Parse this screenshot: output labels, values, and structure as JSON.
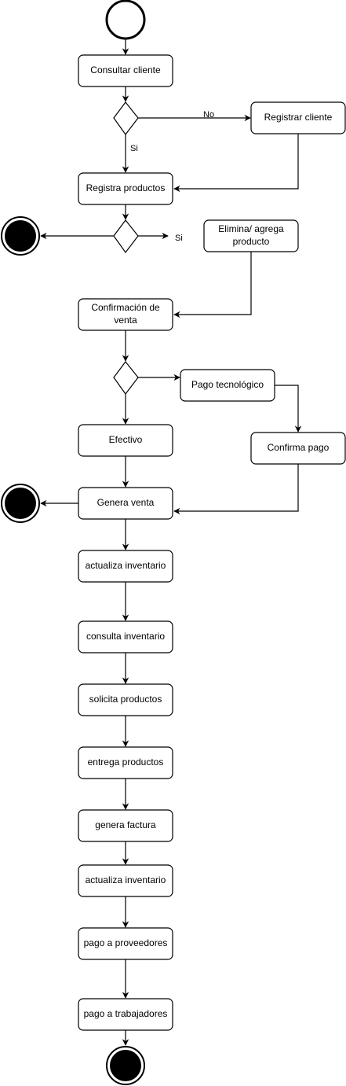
{
  "nodes": {
    "consultar_cliente": "Consultar cliente",
    "registrar_cliente": "Registrar cliente",
    "registra_productos": "Registra productos",
    "elimina_agrega_1": "Elimina/ agrega",
    "elimina_agrega_2": "producto",
    "confirmacion_1": "Confirmación de",
    "confirmacion_2": "venta",
    "pago_tecnologico": "Pago tecnológico",
    "efectivo": "Efectivo",
    "confirma_pago": "Confirma pago",
    "genera_venta": "Genera venta",
    "actualiza_inventario_1": "actualiza inventario",
    "consulta_inventario": "consulta inventario",
    "solicita_productos": "solicita productos",
    "entrega_productos": "entrega productos",
    "genera_factura": "genera factura",
    "actualiza_inventario_2": "actualiza inventario",
    "pago_proveedores": "pago a proveedores",
    "pago_trabajadores": "pago a trabajadores"
  },
  "edge_labels": {
    "no": "No",
    "si_1": "Si",
    "si_2": "Si"
  }
}
